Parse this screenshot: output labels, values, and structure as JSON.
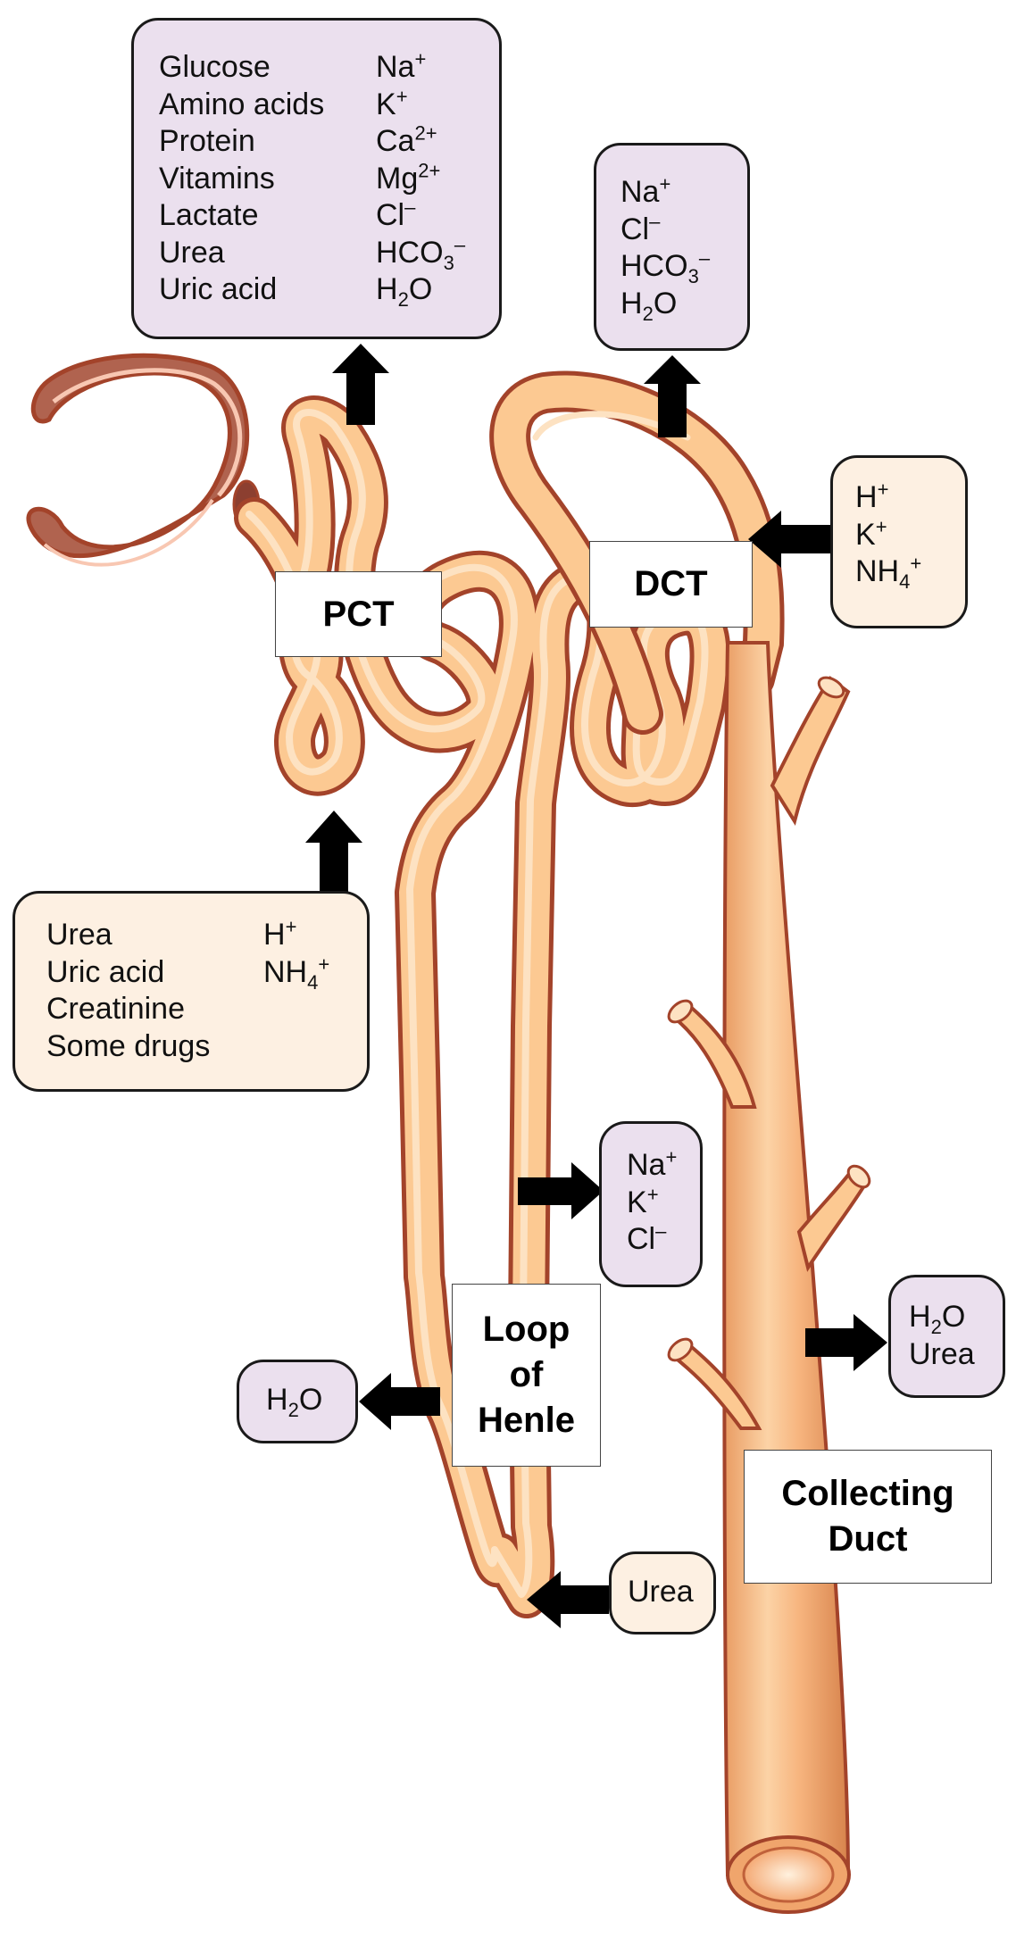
{
  "labels": {
    "pct": "PCT",
    "dct": "DCT",
    "loop": [
      "Loop",
      "of",
      "Henle"
    ],
    "collecting": [
      "Collecting",
      "Duct"
    ]
  },
  "pct_reabsorption": {
    "organic": [
      "Glucose",
      "Amino acids",
      "Protein",
      "Vitamins",
      "Lactate",
      "Urea",
      "Uric acid"
    ],
    "ions": [
      {
        "base": "Na",
        "sup": "+"
      },
      {
        "base": "K",
        "sup": "+"
      },
      {
        "base": "Ca",
        "sup": "2+"
      },
      {
        "base": "Mg",
        "sup": "2+"
      },
      {
        "base": "Cl",
        "sup": "–"
      },
      {
        "base": "HCO",
        "sub": "3",
        "sup": "–"
      },
      {
        "base": "H",
        "sub": "2",
        "tail": "O"
      }
    ]
  },
  "dct_reabsorption": [
    {
      "base": "Na",
      "sup": "+"
    },
    {
      "base": "Cl",
      "sup": "–"
    },
    {
      "base": "HCO",
      "sub": "3",
      "sup": "–"
    },
    {
      "base": "H",
      "sub": "2",
      "tail": "O"
    }
  ],
  "dct_secretion": [
    {
      "base": "H",
      "sup": "+"
    },
    {
      "base": "K",
      "sup": "+"
    },
    {
      "base": "NH",
      "sub": "4",
      "sup": "+"
    }
  ],
  "pct_secretion": {
    "organic": [
      "Urea",
      "Uric acid",
      "Creatinine",
      "Some drugs"
    ],
    "ions": [
      {
        "base": "H",
        "sup": "+"
      },
      {
        "base": "NH",
        "sub": "4",
        "sup": "+"
      }
    ]
  },
  "ascending_limb_reabsorption": [
    {
      "base": "Na",
      "sup": "+"
    },
    {
      "base": "K",
      "sup": "+"
    },
    {
      "base": "Cl",
      "sup": "–"
    }
  ],
  "descending_limb_reabsorption": [
    {
      "base": "H",
      "sub": "2",
      "tail": "O"
    }
  ],
  "collecting_duct_reabsorption": [
    {
      "base": "H",
      "sub": "2",
      "tail": "O"
    },
    {
      "base": "Urea"
    }
  ],
  "loop_secretion": [
    {
      "base": "Urea"
    }
  ],
  "colors": {
    "tubule_fill": "#fcc992",
    "tubule_outline": "#a3432a",
    "capsule_fill": "#b0634f",
    "reabsorption_box": "#ebe0ee",
    "secretion_box": "#fdf0e2",
    "arrow": "#000000"
  }
}
